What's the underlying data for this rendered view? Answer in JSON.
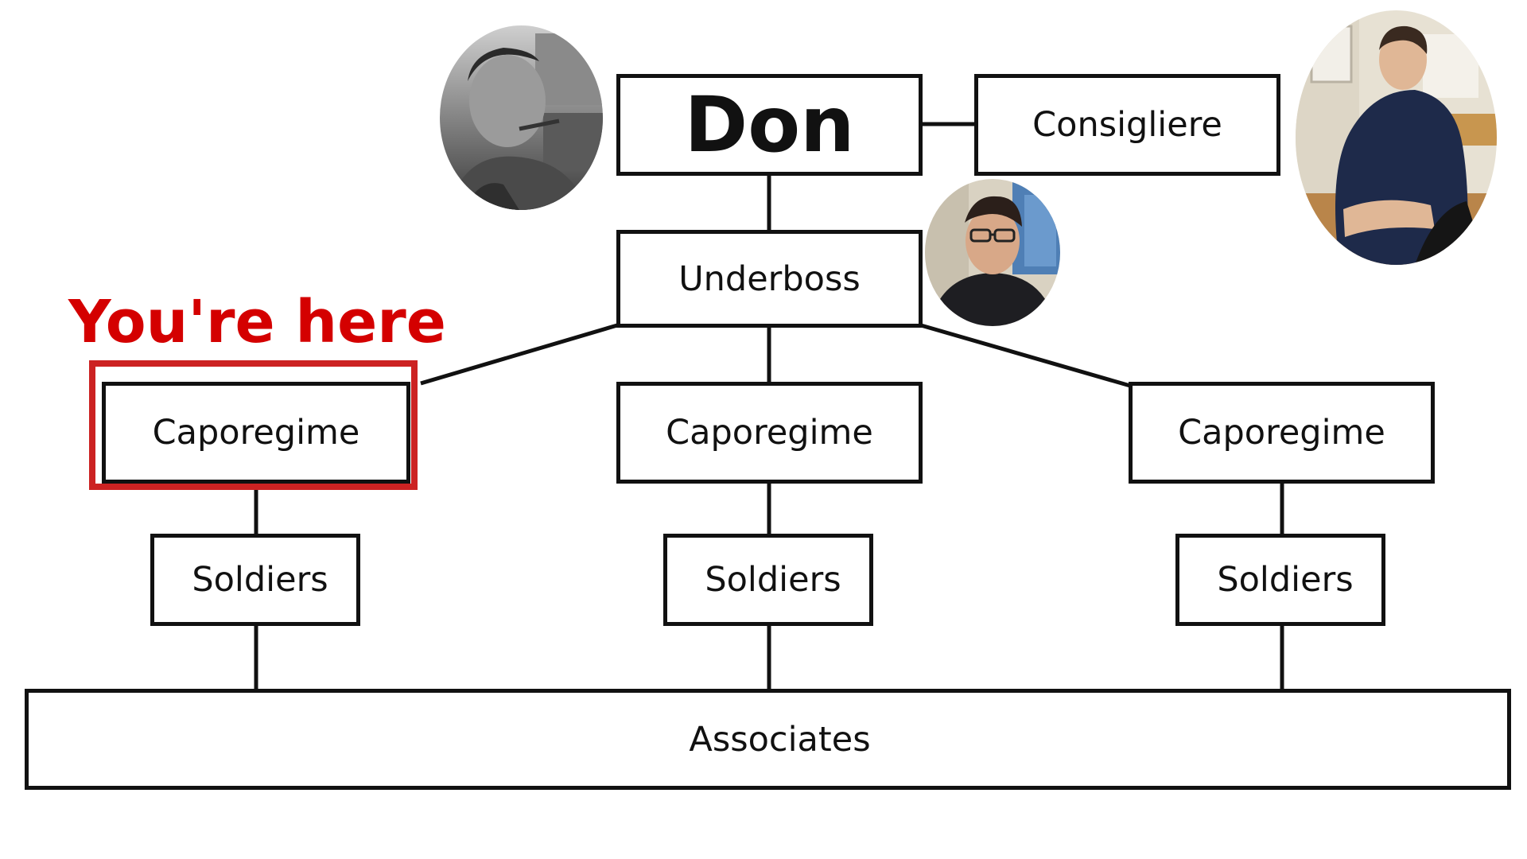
{
  "diagram": {
    "nodes": {
      "don": "Don",
      "consigliere": "Consigliere",
      "underboss": "Underboss",
      "capo_left": "Caporegime",
      "capo_center": "Caporegime",
      "capo_right": "Caporegime",
      "soldiers_left": "Soldiers",
      "soldiers_center": "Soldiers",
      "soldiers_right": "Soldiers",
      "associates": "Associates"
    },
    "edges": [
      [
        "don",
        "consigliere"
      ],
      [
        "don",
        "underboss"
      ],
      [
        "underboss",
        "capo_left"
      ],
      [
        "underboss",
        "capo_center"
      ],
      [
        "underboss",
        "capo_right"
      ],
      [
        "capo_left",
        "soldiers_left"
      ],
      [
        "capo_center",
        "soldiers_center"
      ],
      [
        "capo_right",
        "soldiers_right"
      ],
      [
        "soldiers_left",
        "associates"
      ],
      [
        "soldiers_center",
        "associates"
      ],
      [
        "soldiers_right",
        "associates"
      ]
    ],
    "highlight": {
      "label": "You're here",
      "target": "capo_left",
      "color": "#cc2222"
    }
  },
  "photos": [
    {
      "position": "left of Don",
      "style": "grayscale"
    },
    {
      "position": "right of Underboss",
      "style": "color"
    },
    {
      "position": "right of Consigliere",
      "style": "color"
    }
  ],
  "colors": {
    "line": "#111111",
    "highlight_text": "#d40000",
    "highlight_frame": "#cc2222"
  }
}
